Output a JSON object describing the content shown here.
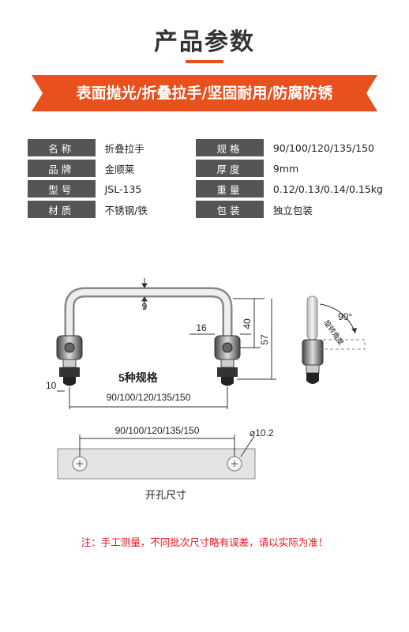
{
  "header": {
    "title": "产品参数"
  },
  "banner": {
    "text": "表面抛光/折叠拉手/坚固耐用/防腐防锈"
  },
  "specs": [
    {
      "label1": "名称",
      "value1": "折叠拉手",
      "label2": "规格",
      "value2": "90/100/120/135/150"
    },
    {
      "label1": "品牌",
      "value1": "金顺莱",
      "label2": "厚度",
      "value2": "9mm"
    },
    {
      "label1": "型号",
      "value1": "JSL-135",
      "label2": "重量",
      "value2": "0.12/0.13/0.14/0.15kg"
    },
    {
      "label1": "材质",
      "value1": "不锈钢/铁",
      "label2": "包装",
      "value2": "独立包装"
    }
  ],
  "diagram": {
    "dim_diameter": "9",
    "dim_bracket": "16",
    "dim_40": "40",
    "dim_57": "57",
    "dim_10": "10",
    "spec_count": "5种规格",
    "dim_widths": "90/100/120/135/150",
    "angle": "90°",
    "rotation_label": "旋转角度",
    "hole_widths": "90/100/120/135/150",
    "hole_diameter": "⌀10.2",
    "hole_caption": "开孔尺寸"
  },
  "note": {
    "text": "注：手工测量，不同批次尺寸略有误差，请以实际为准！"
  },
  "colors": {
    "accent": "#e8501e",
    "label_bg": "#555555",
    "note": "#e8141e"
  }
}
